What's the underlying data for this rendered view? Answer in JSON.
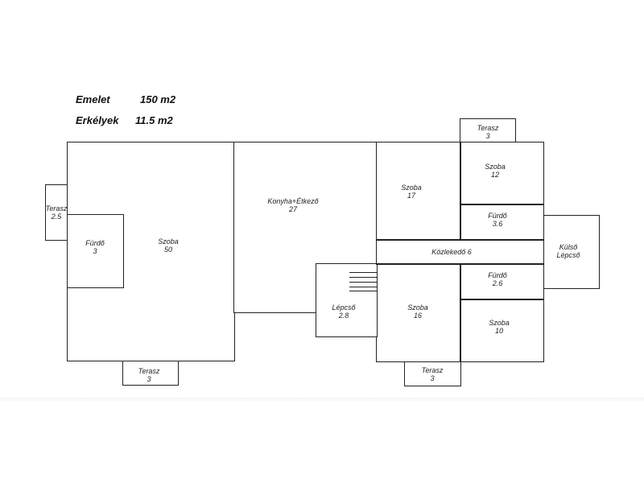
{
  "header": {
    "floor_label": "Emelet",
    "floor_area": "150 m2",
    "balcony_label": "Erkélyek",
    "balcony_area": "11.5 m2"
  },
  "rooms": {
    "terasz_left": {
      "name": "Terasz",
      "area": "2.5"
    },
    "furdo_left": {
      "name": "Fürdő",
      "area": "3"
    },
    "szoba_50": {
      "name": "Szoba",
      "area": "50"
    },
    "terasz_bottom_left": {
      "name": "Terasz",
      "area": "3"
    },
    "konyha": {
      "name": "Konyha+Étkező",
      "area": "27"
    },
    "lepcso": {
      "name": "Lépcső",
      "area": "2.8"
    },
    "szoba_17": {
      "name": "Szoba",
      "area": "17"
    },
    "terasz_top": {
      "name": "Terasz",
      "area": "3"
    },
    "szoba_12": {
      "name": "Szoba",
      "area": "12"
    },
    "furdo_36": {
      "name": "Fürdő",
      "area": "3.6"
    },
    "kozlekedo": {
      "name": "Közlekedő 6"
    },
    "kulso_lepcso": {
      "name": "Külső",
      "name2": "Lépcső"
    },
    "furdo_26": {
      "name": "Fürdő",
      "area": "2.6"
    },
    "szoba_16": {
      "name": "Szoba",
      "area": "16"
    },
    "szoba_10": {
      "name": "Szoba",
      "area": "10"
    },
    "terasz_bottom_right": {
      "name": "Terasz",
      "area": "3"
    }
  }
}
